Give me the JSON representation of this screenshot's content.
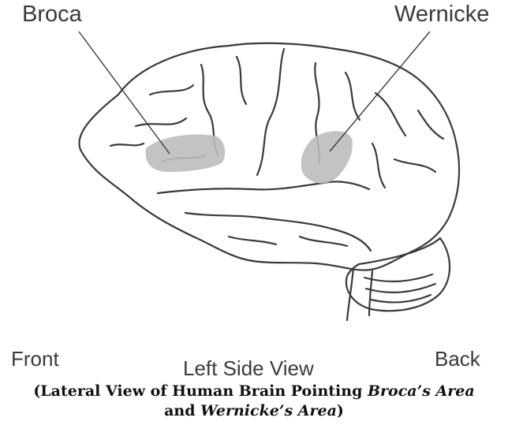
{
  "labels": {
    "broca": "Broca",
    "wernicke": "Wernicke",
    "front": "Front",
    "left_side_view": "Left Side View",
    "back": "Back"
  },
  "caption": {
    "part1": "(Lateral View of Human Brain Pointing ",
    "broca_area": "Broca’s Area",
    "part2": "and ",
    "wernicke_area": "Wernicke’s Area",
    "part3": ")"
  },
  "colors": {
    "outline": "#3a3a3a",
    "highlight": "#bdbdbd",
    "background": "#ffffff"
  }
}
